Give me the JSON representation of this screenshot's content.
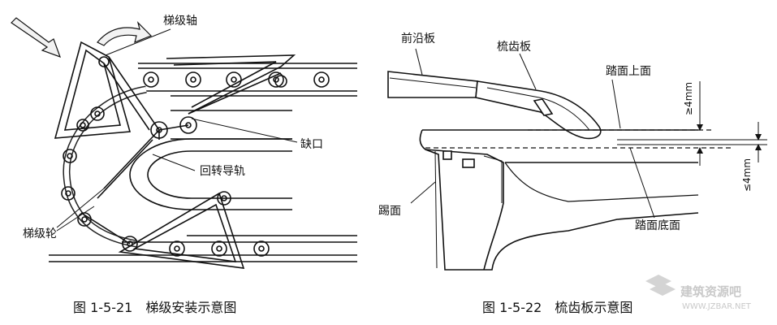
{
  "left_figure": {
    "labels": {
      "step_axle": "梯级轴",
      "notch": "缺口",
      "turnaround_rail": "回转导轨",
      "step_wheel": "梯级轮"
    },
    "caption": "图 1-5-21　梯级安装示意图"
  },
  "right_figure": {
    "labels": {
      "front_plate": "前沿板",
      "comb_plate": "梳齿板",
      "tread_top": "踏面上面",
      "riser": "踢面",
      "tread_bottom": "踏面底面"
    },
    "dimensions": {
      "upper": "≥4mm",
      "lower": "≤4mm"
    },
    "caption": "图 1-5-22　梳齿板示意图"
  },
  "watermark": {
    "name": "建筑资源吧",
    "url": "WWW.JZBAR.NET"
  }
}
